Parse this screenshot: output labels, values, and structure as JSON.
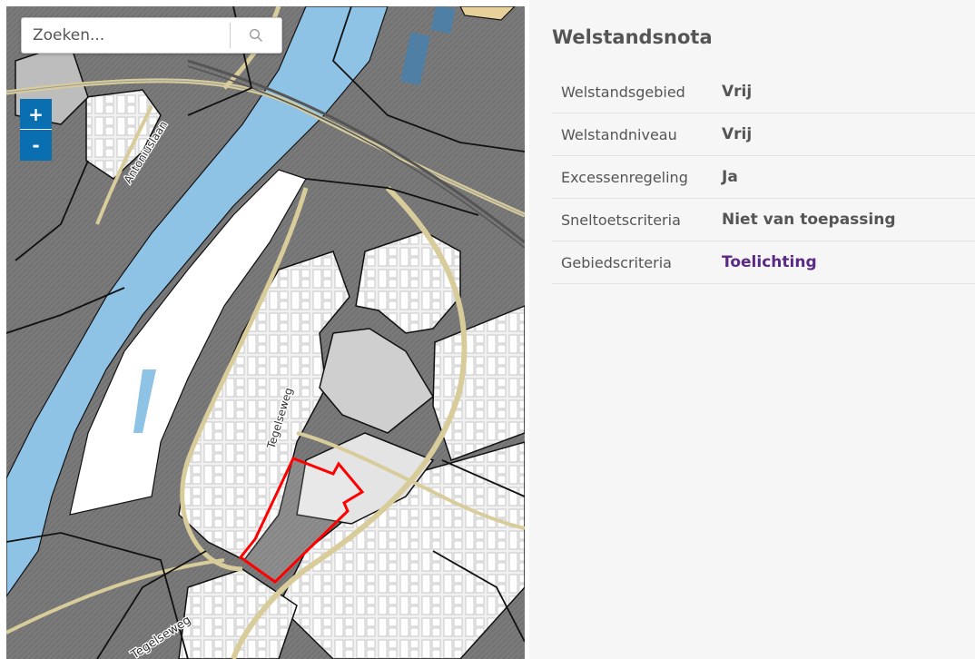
{
  "search": {
    "placeholder": "Zoeken...",
    "icon": "search-icon"
  },
  "zoom": {
    "in_label": "+",
    "out_label": "-"
  },
  "map": {
    "street_labels": [
      "Antoniuslaan",
      "Tegelseweg",
      "Tegelseweg"
    ],
    "colors": {
      "water": "#8fc3e6",
      "parcel_dark": "#777777",
      "parcel_light": "#dcdcdc",
      "road": "#d8cc9a",
      "boundary": "#111111",
      "selection": "#ff0000"
    }
  },
  "panel": {
    "title": "Welstandsnota",
    "rows": [
      {
        "label": "Welstandsgebied",
        "value": "Vrij"
      },
      {
        "label": "Welstandniveau",
        "value": "Vrij"
      },
      {
        "label": "Excessenregeling",
        "value": "Ja"
      },
      {
        "label": "Sneltoetscriteria",
        "value": "Niet van toepassing"
      },
      {
        "label": "Gebiedscriteria",
        "value": "Toelichting",
        "link_color": "#5b2a86"
      }
    ]
  }
}
